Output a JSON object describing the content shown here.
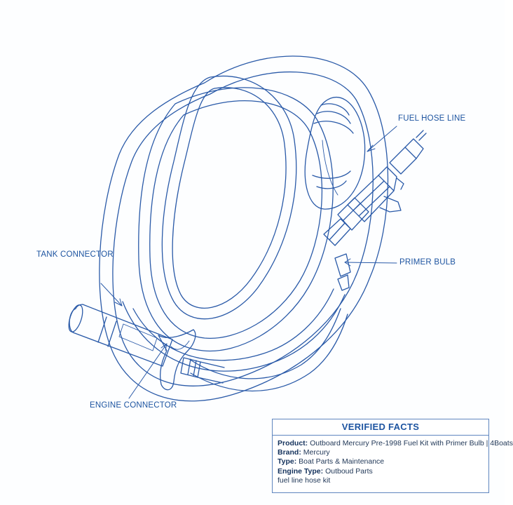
{
  "callouts": {
    "fuel_hose_line": "FUEL HOSE LINE",
    "primer_bulb": "PRIMER BULB",
    "tank_connector": "TANK CONNECTOR",
    "engine_connector": "ENGINE CONNECTOR"
  },
  "facts": {
    "title": "VERIFIED FACTS",
    "rows": [
      {
        "key": "Product:",
        "value": "Outboard Mercury Pre-1998 Fuel Kit with Primer Bulb | 4Boats"
      },
      {
        "key": "Brand:",
        "value": "Mercury"
      },
      {
        "key": "Type:",
        "value": "Boat Parts & Maintenance"
      },
      {
        "key": "Engine Type:",
        "value": "Outboud Parts"
      }
    ],
    "tags": "fuel line hose kit"
  },
  "colors": {
    "line": "#2a5aa8",
    "label": "#1d54a0",
    "box_border": "#5f86bf"
  }
}
